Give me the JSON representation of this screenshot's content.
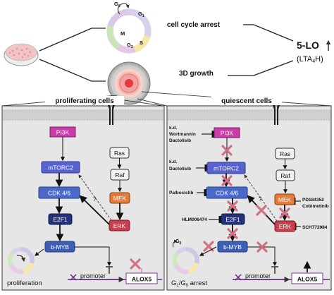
{
  "top": {
    "phase_g0": "G",
    "phase_g0_sub": "0",
    "phase_g1": "G",
    "phase_g1_sub": "1",
    "phase_m": "M",
    "phase_s": "S",
    "phase_g2": "G",
    "phase_g2_sub": "2",
    "cell_cycle_arrest": "cell cycle arrest",
    "growth_3d": "3D growth",
    "lo5": "5-LO",
    "lta4h_open": "(LTA",
    "lta4h_sub": "4",
    "lta4h_close": "H)"
  },
  "left_panel": {
    "title": "proliferating cells",
    "pi3k": "PI3K",
    "mtorc2": "mTORC2",
    "ras": "Ras",
    "raf": "Raf",
    "mek": "MEK",
    "cdk46": "CDK 4/6",
    "erk": "ERK",
    "e2f1": "E2F1",
    "bmyb": "b-MYB",
    "question": "?",
    "promoter": "promoter",
    "alox5": "ALOX5",
    "proliferation": "proliferation"
  },
  "right_panel": {
    "title": "quiescent cells",
    "kd_label": "k.d.",
    "wortmannin": "Wortmannin",
    "dactolisib": "Dactolisib",
    "kd_label2": "k.d.",
    "dactolisib2": "Dactolisib",
    "palbociclib": "Palbociclib",
    "hlm": "HLM006474",
    "pd": "PD184352",
    "cobimetinib": "Cobimetinib",
    "sch": "SCH772984",
    "pi3k": "PI3K",
    "mtorc2": "mTORC2",
    "ras": "Ras",
    "raf": "Raf",
    "mek": "MEK",
    "cdk46": "CDK 4/6",
    "erk": "ERK",
    "e2f1": "E2F1",
    "bmyb": "b-MYB",
    "question": "?",
    "promoter": "promoter",
    "alox5": "ALOX5",
    "arrest_g": "G",
    "arrest_sub1": "1",
    "arrest_mid": "/G",
    "arrest_sub0": "0",
    "arrest_end": " arrest",
    "g0_small": "G",
    "g0_small_sub": "0"
  },
  "colors": {
    "pi3k": "#c93ba5",
    "mtorc2": "#5963cf",
    "cdk46": "#4a69c8",
    "e2f1": "#24327a",
    "bmyb": "#3d5fb5",
    "mek": "#e57b39",
    "erk": "#c8404e",
    "cross": "#d26f82",
    "promoter_arrow": "#6a2580",
    "alox5_border": "#7b3a8a",
    "panel_bg": "#e6e6e6",
    "membrane": "#c9c9c9"
  }
}
